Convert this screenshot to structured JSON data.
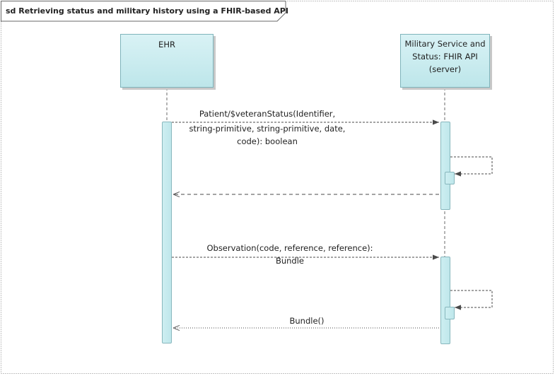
{
  "frame": {
    "title": "sd Retrieving status and military history using a FHIR-based API"
  },
  "participants": [
    {
      "id": "ehr",
      "lines": [
        "EHR"
      ]
    },
    {
      "id": "api",
      "lines": [
        "Military Service and",
        "Status: FHIR API",
        "(server)"
      ]
    }
  ],
  "messages": [
    {
      "id": "m1",
      "type": "call",
      "lines": [
        "Patient/$veteranStatus(Identifier,",
        "string-primitive, string-primitive, date,",
        "code): boolean"
      ]
    },
    {
      "id": "m2",
      "type": "self"
    },
    {
      "id": "m3",
      "type": "return"
    },
    {
      "id": "m4",
      "type": "call",
      "lines": [
        "Observation(code, reference, reference):",
        "Bundle"
      ]
    },
    {
      "id": "m5",
      "type": "self"
    },
    {
      "id": "m6",
      "type": "return",
      "label": "Bundle()"
    }
  ],
  "colors": {
    "lifeline_box": "#c8ecf0",
    "activation": "#c6eaee",
    "line": "#5a5a5a",
    "frame_border": "#8a8a8a"
  }
}
